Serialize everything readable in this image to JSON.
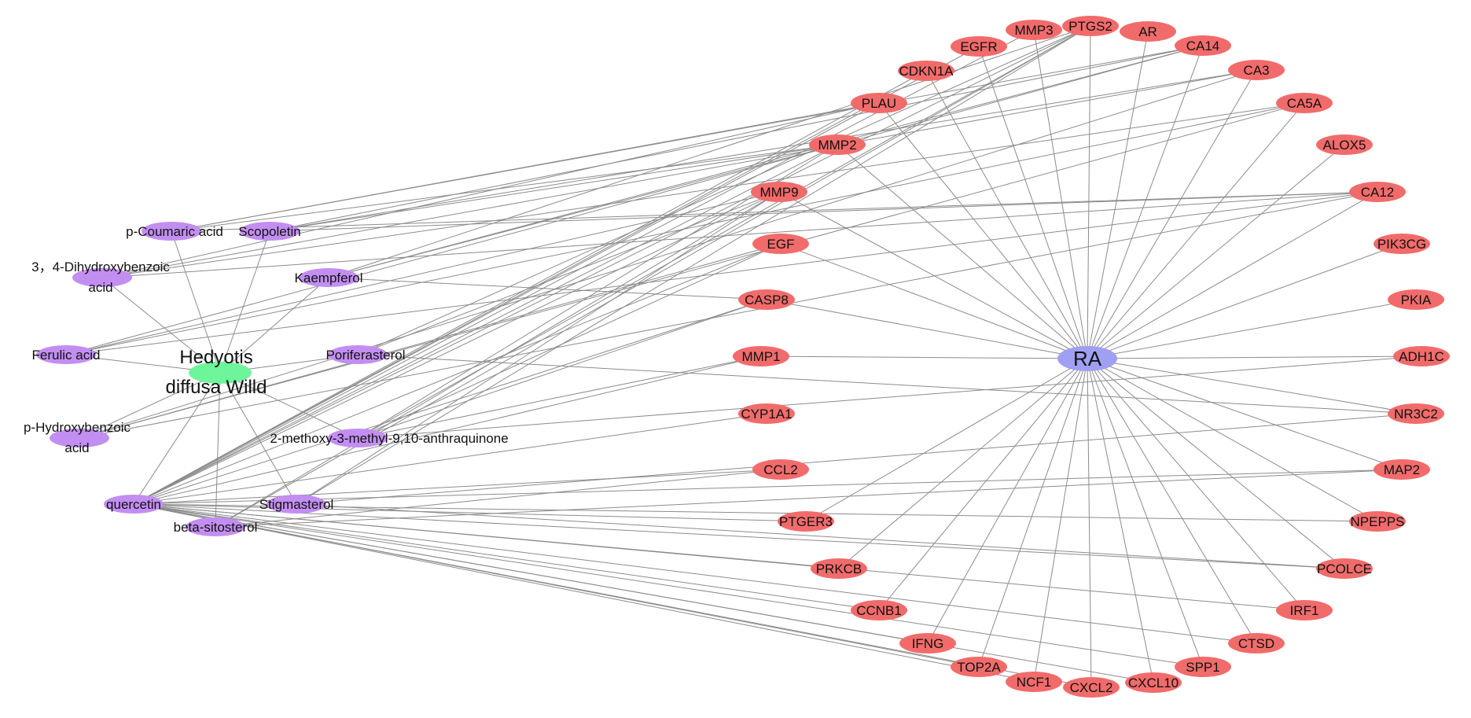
{
  "colors": {
    "target": "#f26b6b",
    "compound": "#c38ef2",
    "herb": "#6ef59c",
    "disease": "#9f9ff4",
    "edge": "#8c8c8c"
  },
  "herb": {
    "id": "herb",
    "line1": "Hedyotis",
    "line2": "diffusa Willd"
  },
  "disease": {
    "id": "RA",
    "label": "RA"
  },
  "compounds": [
    {
      "id": "coumaric",
      "label": "p-Coumaric acid"
    },
    {
      "id": "scopoletin",
      "label": "Scopoletin"
    },
    {
      "id": "dhba",
      "label": "3，4-Dihydroxybenzoic",
      "label2": "acid"
    },
    {
      "id": "kaempferol",
      "label": "Kaempferol"
    },
    {
      "id": "ferulic",
      "label": "Ferulic acid"
    },
    {
      "id": "poriferasterol",
      "label": "Poriferasterol"
    },
    {
      "id": "phba",
      "label": "p-Hydroxybenzoic",
      "label2": "acid"
    },
    {
      "id": "anthraquinone",
      "label": "2-methoxy-3-methyl-9,10-anthraquinone"
    },
    {
      "id": "quercetin",
      "label": "quercetin"
    },
    {
      "id": "stigmasterol",
      "label": "Stigmasterol"
    },
    {
      "id": "sitosterol",
      "label": "beta-sitosterol"
    }
  ],
  "targets": [
    {
      "id": "MMP3",
      "label": "MMP3"
    },
    {
      "id": "PTGS2",
      "label": "PTGS2"
    },
    {
      "id": "AR",
      "label": "AR"
    },
    {
      "id": "EGFR",
      "label": "EGFR"
    },
    {
      "id": "CA14",
      "label": "CA14"
    },
    {
      "id": "CDKN1A",
      "label": "CDKN1A"
    },
    {
      "id": "CA3",
      "label": "CA3"
    },
    {
      "id": "PLAU",
      "label": "PLAU"
    },
    {
      "id": "CA5A",
      "label": "CA5A"
    },
    {
      "id": "MMP2",
      "label": "MMP2"
    },
    {
      "id": "ALOX5",
      "label": "ALOX5"
    },
    {
      "id": "MMP9",
      "label": "MMP9"
    },
    {
      "id": "CA12",
      "label": "CA12"
    },
    {
      "id": "EGF",
      "label": "EGF"
    },
    {
      "id": "PIK3CG",
      "label": "PIK3CG"
    },
    {
      "id": "CASP8",
      "label": "CASP8"
    },
    {
      "id": "PKIA",
      "label": "PKIA"
    },
    {
      "id": "MMP1",
      "label": "MMP1"
    },
    {
      "id": "ADH1C",
      "label": "ADH1C"
    },
    {
      "id": "CYP1A1",
      "label": "CYP1A1"
    },
    {
      "id": "NR3C2",
      "label": "NR3C2"
    },
    {
      "id": "CCL2",
      "label": "CCL2"
    },
    {
      "id": "MAP2",
      "label": "MAP2"
    },
    {
      "id": "PTGER3",
      "label": "PTGER3"
    },
    {
      "id": "NPEPPS",
      "label": "NPEPPS"
    },
    {
      "id": "PRKCB",
      "label": "PRKCB"
    },
    {
      "id": "PCOLCE",
      "label": "PCOLCE"
    },
    {
      "id": "CCNB1",
      "label": "CCNB1"
    },
    {
      "id": "IRF1",
      "label": "IRF1"
    },
    {
      "id": "IFNG",
      "label": "IFNG"
    },
    {
      "id": "CTSD",
      "label": "CTSD"
    },
    {
      "id": "TOP2A",
      "label": "TOP2A"
    },
    {
      "id": "SPP1",
      "label": "SPP1"
    },
    {
      "id": "NCF1",
      "label": "NCF1"
    },
    {
      "id": "CXCL10",
      "label": "CXCL10"
    },
    {
      "id": "CXCL2",
      "label": "CXCL2"
    }
  ],
  "edges": [
    [
      "herb",
      "coumaric"
    ],
    [
      "herb",
      "scopoletin"
    ],
    [
      "herb",
      "dhba"
    ],
    [
      "herb",
      "kaempferol"
    ],
    [
      "herb",
      "ferulic"
    ],
    [
      "herb",
      "poriferasterol"
    ],
    [
      "herb",
      "phba"
    ],
    [
      "herb",
      "anthraquinone"
    ],
    [
      "herb",
      "quercetin"
    ],
    [
      "herb",
      "stigmasterol"
    ],
    [
      "herb",
      "sitosterol"
    ],
    [
      "RA",
      "MMP3"
    ],
    [
      "RA",
      "PTGS2"
    ],
    [
      "RA",
      "AR"
    ],
    [
      "RA",
      "EGFR"
    ],
    [
      "RA",
      "CA14"
    ],
    [
      "RA",
      "CDKN1A"
    ],
    [
      "RA",
      "CA3"
    ],
    [
      "RA",
      "PLAU"
    ],
    [
      "RA",
      "CA5A"
    ],
    [
      "RA",
      "MMP2"
    ],
    [
      "RA",
      "ALOX5"
    ],
    [
      "RA",
      "MMP9"
    ],
    [
      "RA",
      "CA12"
    ],
    [
      "RA",
      "EGF"
    ],
    [
      "RA",
      "PIK3CG"
    ],
    [
      "RA",
      "CASP8"
    ],
    [
      "RA",
      "PKIA"
    ],
    [
      "RA",
      "MMP1"
    ],
    [
      "RA",
      "ADH1C"
    ],
    [
      "RA",
      "NR3C2"
    ],
    [
      "RA",
      "MAP2"
    ],
    [
      "RA",
      "PTGER3"
    ],
    [
      "RA",
      "NPEPPS"
    ],
    [
      "RA",
      "PRKCB"
    ],
    [
      "RA",
      "PCOLCE"
    ],
    [
      "RA",
      "CCNB1"
    ],
    [
      "RA",
      "IRF1"
    ],
    [
      "RA",
      "IFNG"
    ],
    [
      "RA",
      "CTSD"
    ],
    [
      "RA",
      "TOP2A"
    ],
    [
      "RA",
      "SPP1"
    ],
    [
      "RA",
      "NCF1"
    ],
    [
      "RA",
      "CXCL10"
    ],
    [
      "RA",
      "CXCL2"
    ],
    [
      "quercetin",
      "PTGS2"
    ],
    [
      "quercetin",
      "MMP3"
    ],
    [
      "quercetin",
      "EGFR"
    ],
    [
      "quercetin",
      "PLAU"
    ],
    [
      "quercetin",
      "MMP2"
    ],
    [
      "quercetin",
      "MMP9"
    ],
    [
      "quercetin",
      "CDKN1A"
    ],
    [
      "quercetin",
      "EGF"
    ],
    [
      "quercetin",
      "CASP8"
    ],
    [
      "quercetin",
      "MMP1"
    ],
    [
      "quercetin",
      "CYP1A1"
    ],
    [
      "quercetin",
      "CCL2"
    ],
    [
      "quercetin",
      "PTGER3"
    ],
    [
      "quercetin",
      "PRKCB"
    ],
    [
      "quercetin",
      "CCNB1"
    ],
    [
      "quercetin",
      "IRF1"
    ],
    [
      "quercetin",
      "IFNG"
    ],
    [
      "quercetin",
      "CTSD"
    ],
    [
      "quercetin",
      "TOP2A"
    ],
    [
      "quercetin",
      "SPP1"
    ],
    [
      "quercetin",
      "NCF1"
    ],
    [
      "quercetin",
      "CXCL10"
    ],
    [
      "quercetin",
      "CXCL2"
    ],
    [
      "quercetin",
      "NPEPPS"
    ],
    [
      "quercetin",
      "PCOLCE"
    ],
    [
      "quercetin",
      "MAP2"
    ],
    [
      "stigmasterol",
      "PTGS2"
    ],
    [
      "stigmasterol",
      "MMP9"
    ],
    [
      "stigmasterol",
      "NR3C2"
    ],
    [
      "stigmasterol",
      "PCOLCE"
    ],
    [
      "sitosterol",
      "PTGS2"
    ],
    [
      "sitosterol",
      "MMP9"
    ],
    [
      "sitosterol",
      "MAP2"
    ],
    [
      "sitosterol",
      "CCL2"
    ],
    [
      "coumaric",
      "CA14"
    ],
    [
      "coumaric",
      "CA12"
    ],
    [
      "coumaric",
      "PLAU"
    ],
    [
      "coumaric",
      "MMP2"
    ],
    [
      "scopoletin",
      "CA12"
    ],
    [
      "scopoletin",
      "CA14"
    ],
    [
      "scopoletin",
      "CA3"
    ],
    [
      "scopoletin",
      "MMP2"
    ],
    [
      "dhba",
      "CA12"
    ],
    [
      "dhba",
      "CA5A"
    ],
    [
      "dhba",
      "CA3"
    ],
    [
      "dhba",
      "PLAU"
    ],
    [
      "ferulic",
      "CA12"
    ],
    [
      "ferulic",
      "CA14"
    ],
    [
      "ferulic",
      "CA5A"
    ],
    [
      "ferulic",
      "MMP9"
    ],
    [
      "phba",
      "CA12"
    ],
    [
      "phba",
      "CA5A"
    ],
    [
      "phba",
      "CA3"
    ],
    [
      "phba",
      "EGF"
    ],
    [
      "kaempferol",
      "CA14"
    ],
    [
      "kaempferol",
      "PTGS2"
    ],
    [
      "kaempferol",
      "MMP2"
    ],
    [
      "kaempferol",
      "CASP8"
    ],
    [
      "poriferasterol",
      "NR3C2"
    ],
    [
      "poriferasterol",
      "PTGS2"
    ],
    [
      "poriferasterol",
      "MMP9"
    ],
    [
      "anthraquinone",
      "ADH1C"
    ],
    [
      "anthraquinone",
      "PTGS2"
    ],
    [
      "anthraquinone",
      "MMP2"
    ],
    [
      "anthraquinone",
      "MMP1"
    ],
    [
      "anthraquinone",
      "CASP8"
    ],
    [
      "anthraquinone",
      "EGF"
    ]
  ]
}
